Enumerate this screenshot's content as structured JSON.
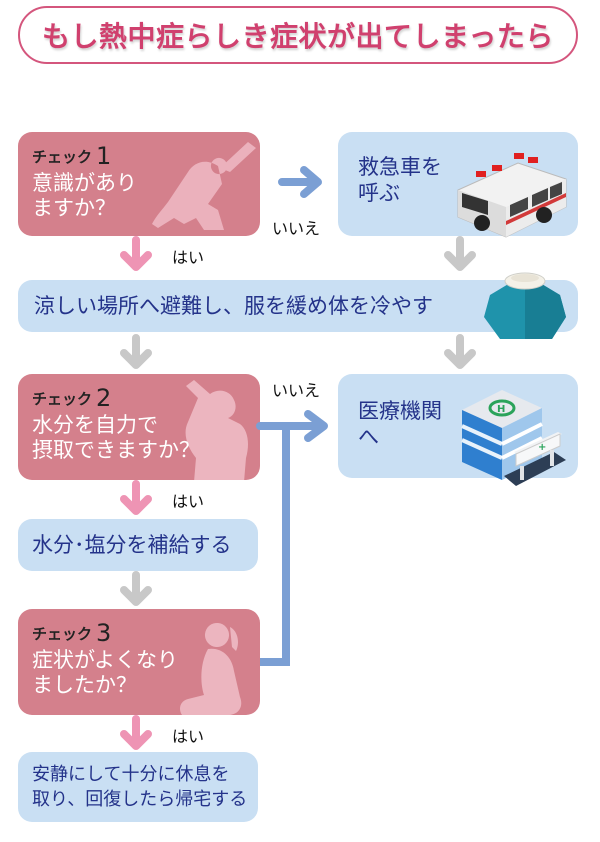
{
  "title": "もし熱中症らしき症状が出てしまったら",
  "colors": {
    "title": "#d0406e",
    "check_box": "#d4808c",
    "action_box": "#c9dff3",
    "action_text": "#24338a",
    "yes_arrow": "#ee94b4",
    "no_arrow": "#7b9fd4",
    "flow_arrow": "#c8c8c8"
  },
  "checks": [
    {
      "label": "チェック",
      "number": "1",
      "question": "意識があり\nますか？",
      "icon": "collapsed-person-icon"
    },
    {
      "label": "チェック",
      "number": "2",
      "question": "水分を自力で\n摂取できますか？",
      "icon": "drinking-person-icon"
    },
    {
      "label": "チェック",
      "number": "3",
      "question": "症状がよくなり\nましたか？",
      "icon": "sitting-person-icon"
    }
  ],
  "actions": {
    "ambulance": {
      "text": "救急車を\n呼ぶ",
      "icon": "ambulance-icon"
    },
    "cool_down": {
      "text": "涼しい場所へ避難し、服を緩め体を冷やす",
      "icon": "ice-bag-icon"
    },
    "hospital": {
      "text": "医療機関\nへ",
      "icon": "hospital-icon"
    },
    "hydrate": {
      "text": "水分･塩分を補給する"
    },
    "rest": {
      "text": "安静にして十分に休息を\n取り、回復したら帰宅する"
    }
  },
  "labels": {
    "yes": "はい",
    "no": "いいえ"
  }
}
